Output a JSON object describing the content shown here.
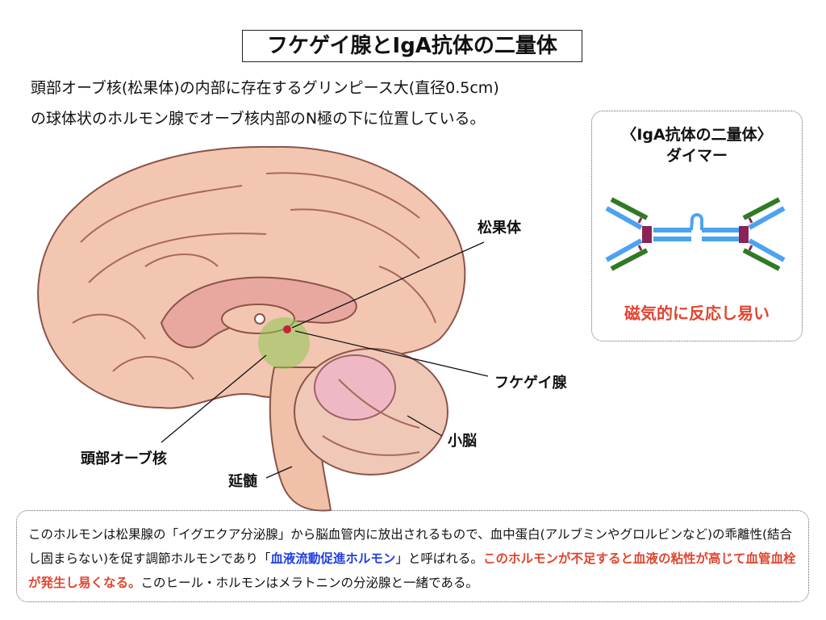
{
  "title": "フケゲイ腺とIgA抗体の二量体",
  "description": {
    "line1": "頭部オーブ核(松果体)の内部に存在するグリンピース大(直径0.5cm)",
    "line2": "の球体状のホルモン腺でオーブ核内部のN極の下に位置している。"
  },
  "diagram_labels": {
    "pineal": "松果体",
    "fukegei": "フケゲイ腺",
    "cerebellum": "小脳",
    "orb_nucleus": "頭部オーブ核",
    "medulla": "延髄"
  },
  "dimer_panel": {
    "title": "〈IgA抗体の二量体〉",
    "subtitle": "ダイマー",
    "note": "磁気的に反応し易い",
    "colors": {
      "heavy": "#4da3f0",
      "light": "#2f7a24",
      "joint": "#8a2457"
    }
  },
  "bottom_text": {
    "part1": "このホルモンは松果腺の「イグエクア分泌腺」から脳血管内に放出されるもので、血中蛋白(アルブミンやグロルビンなど)の乖離性(結合し固まらない)を促す調節ホルモンであり「",
    "highlight_blue": "血液流動促進ホルモン",
    "part2": "」と呼ばれる。",
    "highlight_red": "このホルモンが不足すると血液の粘性が高じて血管血栓が発生し易くなる。",
    "part3": "このヒール・ホルモンはメラトニンの分泌腺と一緒である。"
  }
}
